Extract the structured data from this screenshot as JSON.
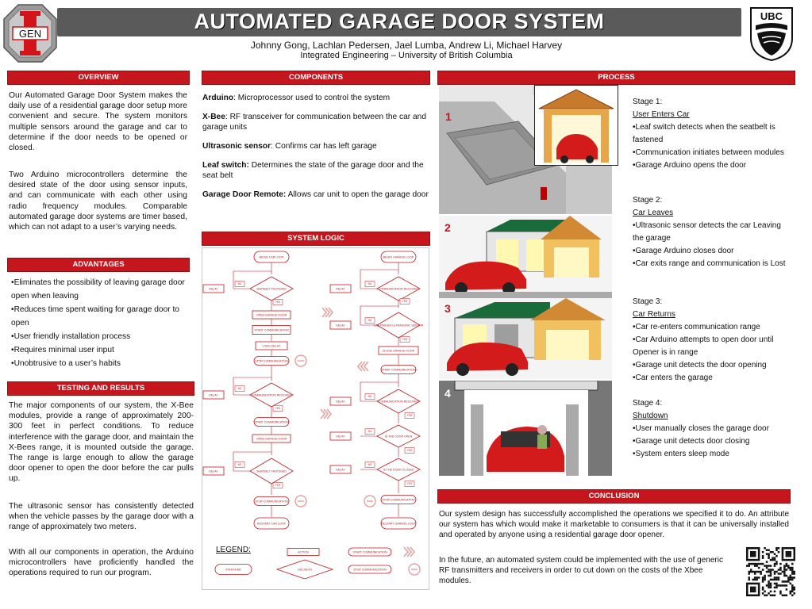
{
  "header": {
    "title": "AUTOMATED GARAGE DOOR SYSTEM",
    "authors": "Johnny Gong, Lachlan Pedersen, Jael Lumba, Andrew Li, Michael Harvey",
    "affiliation": "Integrated Engineering – University of British Columbia",
    "logo_left_letters": "GEN I",
    "logo_right_text": "UBC"
  },
  "colors": {
    "accent": "#c4161c",
    "titlebar": "#5a5a5a"
  },
  "overview": {
    "heading": "OVERVIEW",
    "p1": "Our Automated Garage Door System makes the daily use of a residential garage door setup more convenient and secure. The system monitors multiple sensors around the garage and car to determine if the door needs to be opened or closed.",
    "p2": "Two Arduino microcontrollers determine the desired state of the door using sensor inputs, and can communicate with each other using radio frequency modules. Comparable automated garage door systems are timer based, which can not adapt to a user’s varying needs."
  },
  "advantages": {
    "heading": "ADVANTAGES",
    "items": [
      "•Eliminates the possibility of leaving garage door open when leaving",
      "•Reduces time spent waiting for garage door to open",
      "•User friendly installation process",
      "•Requires minimal user input",
      "•Unobtrusive to a user’s habits"
    ]
  },
  "testing": {
    "heading": "TESTING AND RESULTS",
    "p1": "The major components of our system, the X-Bee modules, provide a range of approximately 200-300 feet in perfect conditions. To reduce interference with the garage door, and maintain the X-Bees range, it is mounted outside the garage. The range is large enough to allow the garage door opener to open the door before the car pulls up.",
    "p2": "The ultrasonic sensor has consistently detected when the vehicle passes by the garage door with a range of approximately two meters.",
    "p3": "With all our components in operation, the Arduino microcontrollers have proficiently handled the operations required to run our program."
  },
  "components": {
    "heading": "COMPONENTS",
    "items": [
      {
        "term": "Arduino",
        "sep": ": ",
        "desc": "Microprocessor used to control the system"
      },
      {
        "term": "X-Bee",
        "sep": ": ",
        "desc": "RF transceiver for communication between the car and garage units"
      },
      {
        "term": "Ultrasonic sensor",
        "sep": ": ",
        "desc": "Confirms car has left garage"
      },
      {
        "term": "Leaf switch:",
        "sep": " ",
        "desc": "Determines the state of the garage door and the seat belt"
      },
      {
        "term": "Garage Door Remote:",
        "sep": " ",
        "desc": "Allows car unit to open the garage door"
      }
    ]
  },
  "system_logic": {
    "heading": "SYSTEM LOGIC",
    "legend_title": "LEGEND:",
    "left_flow": [
      "BEGIN CAR LOOP",
      "SEATBELT FASTENED",
      "OPEN GARAGE DOOR",
      "START COMMUNICATION",
      "LONG DELAY",
      "STOP COMMUNICATION",
      "COMMUNICATION RECEIVED",
      "START COMMUNICATION",
      "OPEN GARAGE DOOR",
      "SEATBELT FASTENED",
      "STOP COMMUNICATION",
      "RESTART CAR LOOP"
    ],
    "right_flow": [
      "BEGIN GARAGE LOOP",
      "COMMUNICATION RECEIVED",
      "CAR PASSES ULTRASONIC SENSOR",
      "CLOSE GARAGE DOOR",
      "START COMMUNICATION",
      "COMMUNICATION RECEIVED",
      "IS THE DOOR OPEN",
      "IS THE DOOR CLOSED",
      "STOP COMMUNICATION",
      "RESTART GARAGE LOOP"
    ],
    "delay": "DELAY",
    "yes": "YES",
    "no": "NO",
    "legend": {
      "action": "ACTION",
      "start_end": "START/END",
      "decision": "DECISION",
      "start_comm": "START COMMUNICATION",
      "stop_comm": "STOP COMMUNICATION"
    }
  },
  "process": {
    "heading": "PROCESS",
    "image_numbers": [
      "1",
      "2",
      "3",
      "4"
    ],
    "stages": [
      {
        "label": "Stage 1:",
        "name": "User Enters Car",
        "bullets": [
          "•Leaf switch detects when the seatbelt is fastened",
          "•Communication initiates between modules",
          "•Garage Arduino opens the door"
        ]
      },
      {
        "label": "Stage 2:",
        "name": "Car Leaves",
        "bullets": [
          "•Ultrasonic sensor detects  the car Leaving the garage",
          "•Garage Arduino closes door",
          "•Car exits range and communication is Lost"
        ]
      },
      {
        "label": "Stage 3:",
        "name": "Car Returns",
        "bullets": [
          "•Car re-enters communication range",
          "•Car Arduino attempts to open door until Opener is in range",
          "•Garage unit detects the door opening",
          "•Car enters the garage"
        ]
      },
      {
        "label": "Stage 4:",
        "name": "Shutdown",
        "bullets": [
          "•User manually closes the garage door",
          "•Garage unit detects door closing",
          "•System enters sleep mode"
        ]
      }
    ]
  },
  "conclusion": {
    "heading": "CONCLUSION",
    "p1": "Our system design has successfully accomplished the operations we specified it to do. An attribute our system has which would make it marketable to consumers is that it can be universally installed and operated by anyone using a residential garage door opener.",
    "p2": "In the future, an automated system could be implemented with the use of generic RF transmitters and receivers in order  to cut down on the costs of the Xbee modules."
  }
}
